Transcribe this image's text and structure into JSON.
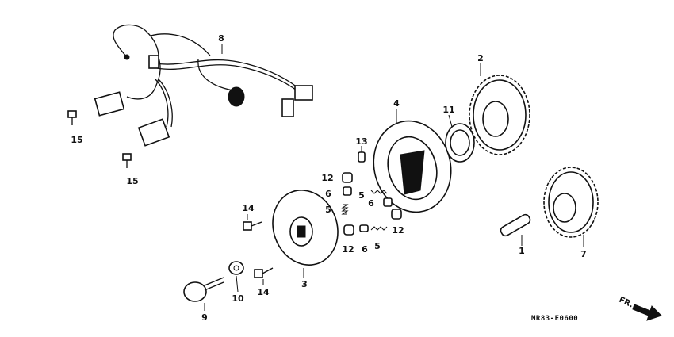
{
  "diagram": {
    "labels": {
      "p1": "1",
      "p2": "2",
      "p3": "3",
      "p4": "4",
      "p5a": "5",
      "p5b": "5",
      "p5c": "5",
      "p6a": "6",
      "p6b": "6",
      "p6c": "6",
      "p7": "7",
      "p8": "8",
      "p9": "9",
      "p10": "10",
      "p11": "11",
      "p12a": "12",
      "p12b": "12",
      "p12c": "12",
      "p13": "13",
      "p14a": "14",
      "p14b": "14",
      "p15a": "15",
      "p15b": "15"
    },
    "diagram_code": "MR83-E0600",
    "direction_label": "FR."
  }
}
